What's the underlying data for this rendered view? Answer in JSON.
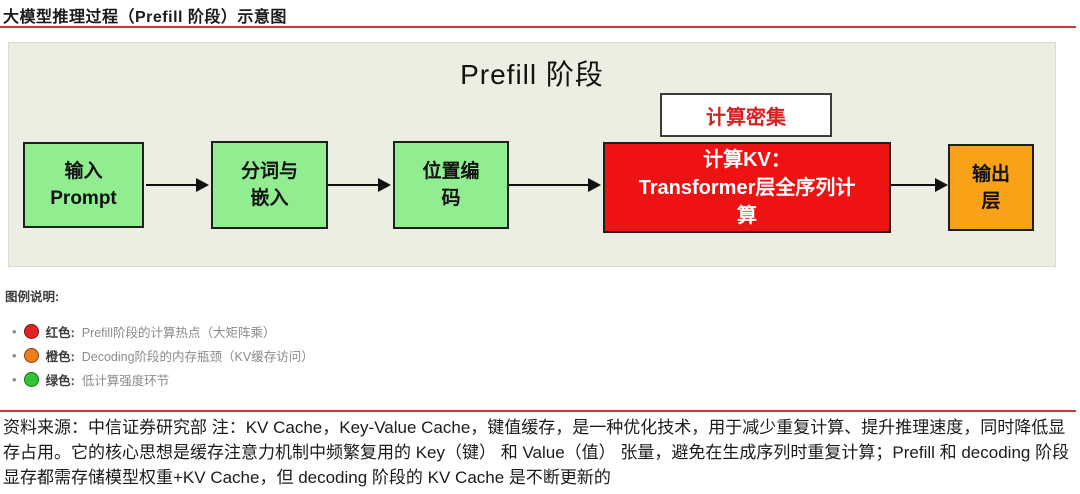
{
  "page": {
    "header_title": "大模型推理过程（Prefill 阶段）示意图",
    "rule_color": "#c43a35"
  },
  "diagram": {
    "title": "Prefill 阶段",
    "background": "#ebeee1",
    "compute_badge": {
      "label": "计算密集",
      "text_color": "#d42222"
    },
    "nodes": [
      {
        "id": "input-prompt",
        "lines": [
          "输入",
          "Prompt"
        ],
        "color": "#90ee90",
        "text_color": "#111111"
      },
      {
        "id": "tokenize-embed",
        "lines": [
          "分词与",
          "嵌入"
        ],
        "color": "#90ee90",
        "text_color": "#111111"
      },
      {
        "id": "position-encoding",
        "lines": [
          "位置编",
          "码"
        ],
        "color": "#90ee90",
        "text_color": "#111111"
      },
      {
        "id": "compute-kv",
        "lines": [
          "计算KV：",
          "Transformer层全序列计",
          "算"
        ],
        "color": "#ee1212",
        "text_color": "#ffffff"
      },
      {
        "id": "output-layer",
        "lines": [
          "输出",
          "层"
        ],
        "color": "#f9a117",
        "text_color": "#111111"
      }
    ]
  },
  "legend": {
    "heading": "图例说明:",
    "items": [
      {
        "swatch_color": "#e02424",
        "label": "红色:",
        "desc": "Prefill阶段的计算热点（大矩阵乘）"
      },
      {
        "swatch_color": "#ef7d1a",
        "label": "橙色:",
        "desc": "Decoding阶段的内存瓶颈（KV缓存访问）"
      },
      {
        "swatch_color": "#33c433",
        "label": "绿色:",
        "desc": "低计算强度环节"
      }
    ]
  },
  "footer": {
    "note": "资料来源：中信证券研究部 注：KV Cache，Key-Value Cache，键值缓存，是一种优化技术，用于减少重复计算、提升推理速度，同时降低显存占用。它的核心思想是缓存注意力机制中频繁复用的 Key（键） 和 Value（值） 张量，避免在生成序列时重复计算；Prefill 和 decoding 阶段显存都需存储模型权重+KV Cache，但 decoding 阶段的 KV Cache 是不断更新的"
  }
}
